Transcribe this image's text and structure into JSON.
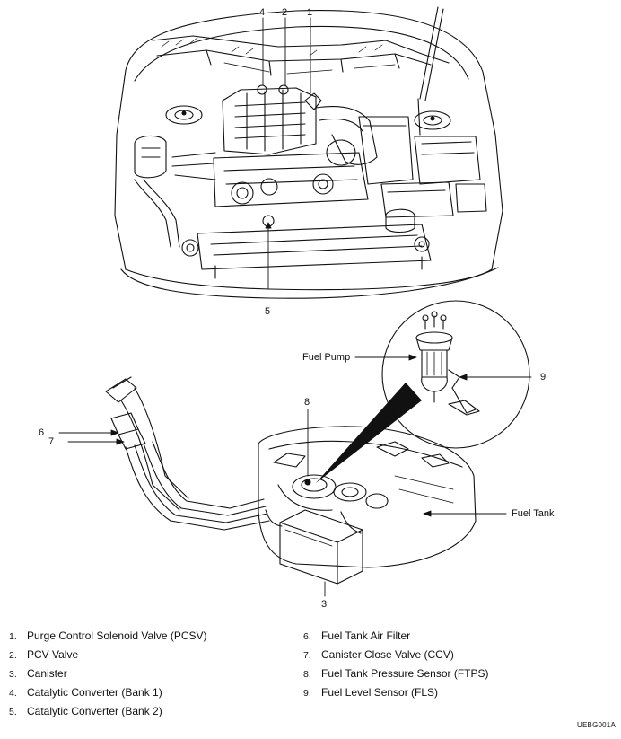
{
  "callouts": {
    "c1": "1",
    "c2": "2",
    "c3": "3",
    "c4": "4",
    "c5": "5",
    "c6": "6",
    "c7": "7",
    "c8": "8",
    "c9": "9",
    "fuel_pump": "Fuel Pump",
    "fuel_tank": "Fuel Tank"
  },
  "legend": {
    "left": [
      {
        "num": "1.",
        "text": "Purge Control Solenoid Valve (PCSV)"
      },
      {
        "num": "2.",
        "text": "PCV Valve"
      },
      {
        "num": "3.",
        "text": "Canister"
      },
      {
        "num": "4.",
        "text": "Catalytic Converter (Bank 1)"
      },
      {
        "num": "5.",
        "text": "Catalytic Converter (Bank 2)"
      }
    ],
    "right": [
      {
        "num": "6.",
        "text": "Fuel Tank Air Filter"
      },
      {
        "num": "7.",
        "text": "Canister Close Valve (CCV)"
      },
      {
        "num": "8.",
        "text": "Fuel Tank Pressure Sensor (FTPS)"
      },
      {
        "num": "9.",
        "text": "Fuel Level Sensor (FLS)"
      }
    ]
  },
  "drawing_code": "UEBG001A"
}
